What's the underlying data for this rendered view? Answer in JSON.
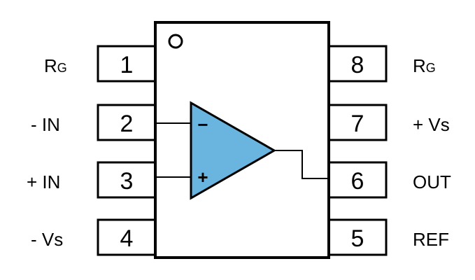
{
  "package": {
    "body_stroke": "#000000",
    "background": "#ffffff"
  },
  "pins": [
    {
      "number": "1",
      "label_main": "R",
      "label_sub": "G"
    },
    {
      "number": "2",
      "label_main": "- IN",
      "label_sub": ""
    },
    {
      "number": "3",
      "label_main": "+ IN",
      "label_sub": ""
    },
    {
      "number": "4",
      "label_main": "- Vs",
      "label_sub": ""
    },
    {
      "number": "5",
      "label_main": "REF",
      "label_sub": ""
    },
    {
      "number": "6",
      "label_main": "OUT",
      "label_sub": ""
    },
    {
      "number": "7",
      "label_main": "+ Vs",
      "label_sub": ""
    },
    {
      "number": "8",
      "label_main": "R",
      "label_sub": "G"
    }
  ],
  "amplifier": {
    "fill_color": "#6ab4e0",
    "inverting_sign": "−",
    "noninverting_sign": "+"
  },
  "pin1_marker": "circle-marker"
}
